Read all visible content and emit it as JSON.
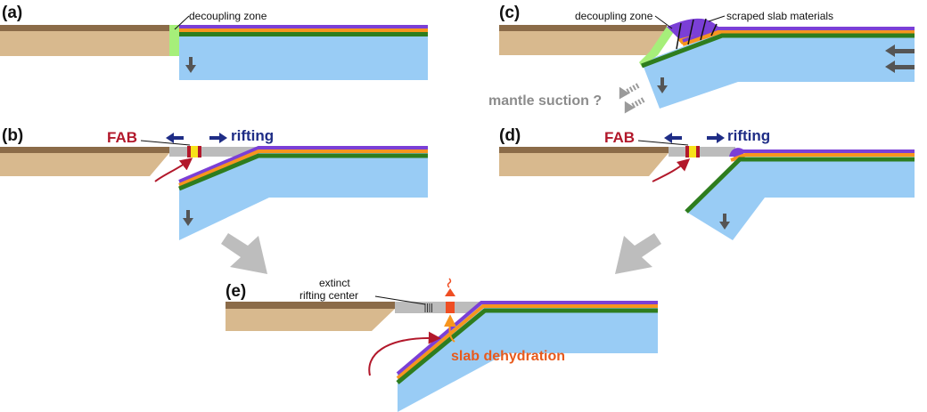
{
  "panels": {
    "a": "(a)",
    "b": "(b)",
    "c": "(c)",
    "d": "(d)",
    "e": "(e)"
  },
  "labels": {
    "decoupling_zone_a": "decoupling zone",
    "decoupling_zone_c": "decoupling zone",
    "scraped_slab_materials": "scraped slab materials",
    "mantle_suction": "mantle suction ?",
    "fab_b": "FAB",
    "rifting_b": "rifting",
    "fab_d": "FAB",
    "rifting_d": "rifting",
    "extinct_line1": "extinct",
    "extinct_line2": "rifting center",
    "slab_dehydration": "slab dehydration"
  },
  "colors": {
    "crust_top": "#8b6b48",
    "crust": "#d8b98e",
    "mantle": "#99ccf5",
    "purple": "#7b3fd6",
    "orange": "#f7951e",
    "green": "#2e7d1e",
    "decoupling": "#a6ef7a",
    "grey_crust": "#bcbcbc",
    "fab_red": "#b2182b",
    "fab_yellow": "#f7e21a",
    "rift_blue": "#1f2d86",
    "arrow_grey": "#bdbdbd",
    "dark_arrow": "#555555",
    "slab_red": "#ef4e23"
  }
}
